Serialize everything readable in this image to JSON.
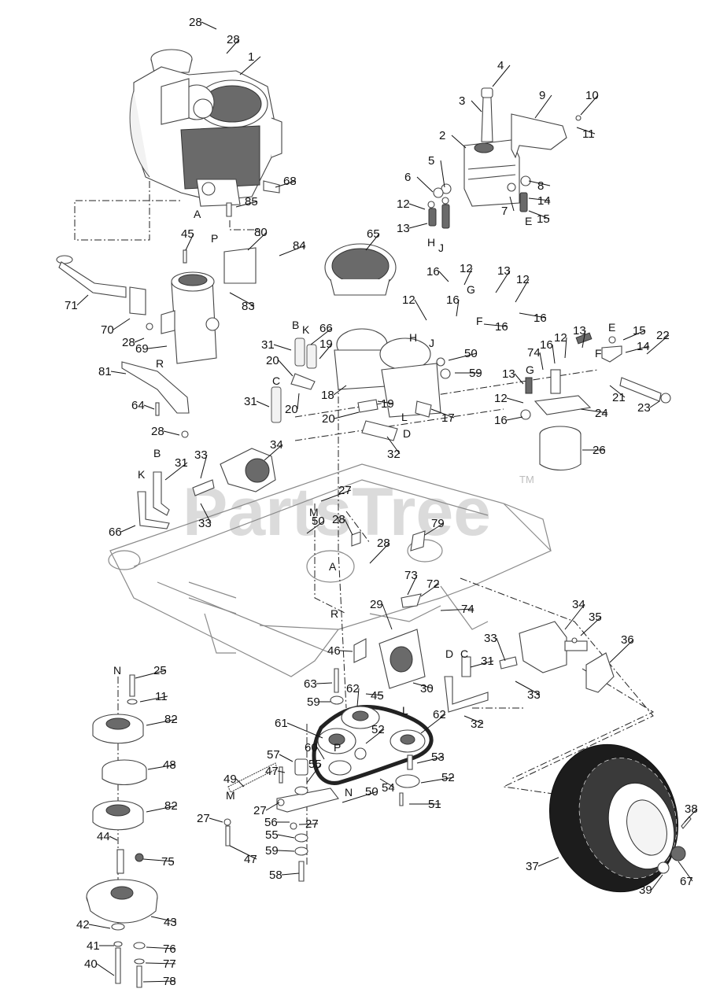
{
  "watermark": {
    "text": "PartsTree",
    "trademark": "TM"
  },
  "callouts": [
    {
      "id": "c28a",
      "label": "28"
    },
    {
      "id": "c28b",
      "label": "28"
    },
    {
      "id": "c1",
      "label": "1"
    },
    {
      "id": "c68",
      "label": "68"
    },
    {
      "id": "c85",
      "label": "85"
    },
    {
      "id": "c4",
      "label": "4"
    },
    {
      "id": "c3",
      "label": "3"
    },
    {
      "id": "c9",
      "label": "9"
    },
    {
      "id": "c10",
      "label": "10"
    },
    {
      "id": "c11a",
      "label": "11"
    },
    {
      "id": "c2",
      "label": "2"
    },
    {
      "id": "c5",
      "label": "5"
    },
    {
      "id": "c6",
      "label": "6"
    },
    {
      "id": "c8",
      "label": "8"
    },
    {
      "id": "c12a",
      "label": "12"
    },
    {
      "id": "c7",
      "label": "7"
    },
    {
      "id": "c14a",
      "label": "14"
    },
    {
      "id": "c13a",
      "label": "13"
    },
    {
      "id": "c15a",
      "label": "15"
    },
    {
      "id": "c45a",
      "label": "45"
    },
    {
      "id": "c80",
      "label": "80"
    },
    {
      "id": "c84",
      "label": "84"
    },
    {
      "id": "c65",
      "label": "65"
    },
    {
      "id": "c71",
      "label": "71"
    },
    {
      "id": "c83",
      "label": "83"
    },
    {
      "id": "c70",
      "label": "70"
    },
    {
      "id": "c28c",
      "label": "28"
    },
    {
      "id": "c69",
      "label": "69"
    },
    {
      "id": "c16a",
      "label": "16"
    },
    {
      "id": "c12b",
      "label": "12"
    },
    {
      "id": "c13b",
      "label": "13"
    },
    {
      "id": "c12c",
      "label": "12"
    },
    {
      "id": "c16b",
      "label": "16"
    },
    {
      "id": "c12d",
      "label": "12"
    },
    {
      "id": "c16c",
      "label": "16"
    },
    {
      "id": "c16d",
      "label": "16"
    },
    {
      "id": "c66a",
      "label": "66"
    },
    {
      "id": "c31a",
      "label": "31"
    },
    {
      "id": "c19a",
      "label": "19"
    },
    {
      "id": "c15b",
      "label": "15"
    },
    {
      "id": "c74a",
      "label": "74"
    },
    {
      "id": "c16e",
      "label": "16"
    },
    {
      "id": "c12e",
      "label": "12"
    },
    {
      "id": "c13c",
      "label": "13"
    },
    {
      "id": "c14b",
      "label": "14"
    },
    {
      "id": "c22",
      "label": "22"
    },
    {
      "id": "c20a",
      "label": "20"
    },
    {
      "id": "c50a",
      "label": "50"
    },
    {
      "id": "c59a",
      "label": "59"
    },
    {
      "id": "c81",
      "label": "81"
    },
    {
      "id": "c13d",
      "label": "13"
    },
    {
      "id": "c21",
      "label": "21"
    },
    {
      "id": "c23",
      "label": "23"
    },
    {
      "id": "c18",
      "label": "18"
    },
    {
      "id": "c64",
      "label": "64"
    },
    {
      "id": "c31b",
      "label": "31"
    },
    {
      "id": "c20b",
      "label": "20"
    },
    {
      "id": "c12f",
      "label": "12"
    },
    {
      "id": "c19b",
      "label": "19"
    },
    {
      "id": "c17",
      "label": "17"
    },
    {
      "id": "c24",
      "label": "24"
    },
    {
      "id": "c20c",
      "label": "20"
    },
    {
      "id": "c16f",
      "label": "16"
    },
    {
      "id": "c28d",
      "label": "28"
    },
    {
      "id": "c32a",
      "label": "32"
    },
    {
      "id": "c26",
      "label": "26"
    },
    {
      "id": "c33a",
      "label": "33"
    },
    {
      "id": "c34a",
      "label": "34"
    },
    {
      "id": "c31c",
      "label": "31"
    },
    {
      "id": "c27a",
      "label": "27"
    },
    {
      "id": "c33b",
      "label": "33"
    },
    {
      "id": "c66b",
      "label": "66"
    },
    {
      "id": "c50b",
      "label": "50"
    },
    {
      "id": "c28e",
      "label": "28"
    },
    {
      "id": "c79",
      "label": "79"
    },
    {
      "id": "c28f",
      "label": "28"
    },
    {
      "id": "c73",
      "label": "73"
    },
    {
      "id": "c72",
      "label": "72"
    },
    {
      "id": "c29",
      "label": "29"
    },
    {
      "id": "c74b",
      "label": "74"
    },
    {
      "id": "c34b",
      "label": "34"
    },
    {
      "id": "c35",
      "label": "35"
    },
    {
      "id": "c36",
      "label": "36"
    },
    {
      "id": "c46",
      "label": "46"
    },
    {
      "id": "c33c",
      "label": "33"
    },
    {
      "id": "c31d",
      "label": "31"
    },
    {
      "id": "c25",
      "label": "25"
    },
    {
      "id": "c63",
      "label": "63"
    },
    {
      "id": "c45b",
      "label": "45"
    },
    {
      "id": "c30",
      "label": "30"
    },
    {
      "id": "c33d",
      "label": "33"
    },
    {
      "id": "c11b",
      "label": "11"
    },
    {
      "id": "c59b",
      "label": "59"
    },
    {
      "id": "c62a",
      "label": "62"
    },
    {
      "id": "c82a",
      "label": "82"
    },
    {
      "id": "c61",
      "label": "61"
    },
    {
      "id": "c62b",
      "label": "62"
    },
    {
      "id": "c32b",
      "label": "32"
    },
    {
      "id": "c60",
      "label": "60"
    },
    {
      "id": "c52a",
      "label": "52"
    },
    {
      "id": "c48",
      "label": "48"
    },
    {
      "id": "c57",
      "label": "57"
    },
    {
      "id": "c55a",
      "label": "55"
    },
    {
      "id": "c53",
      "label": "53"
    },
    {
      "id": "c49",
      "label": "49"
    },
    {
      "id": "c47a",
      "label": "47"
    },
    {
      "id": "c54",
      "label": "54"
    },
    {
      "id": "c52b",
      "label": "52"
    },
    {
      "id": "c38",
      "label": "38"
    },
    {
      "id": "c50c",
      "label": "50"
    },
    {
      "id": "c51",
      "label": "51"
    },
    {
      "id": "c82b",
      "label": "82"
    },
    {
      "id": "c27b",
      "label": "27"
    },
    {
      "id": "c56",
      "label": "56"
    },
    {
      "id": "c27c",
      "label": "27"
    },
    {
      "id": "c27d",
      "label": "27"
    },
    {
      "id": "c55b",
      "label": "55"
    },
    {
      "id": "c44",
      "label": "44"
    },
    {
      "id": "c75",
      "label": "75"
    },
    {
      "id": "c59c",
      "label": "59"
    },
    {
      "id": "c37",
      "label": "37"
    },
    {
      "id": "c47b",
      "label": "47"
    },
    {
      "id": "c67",
      "label": "67"
    },
    {
      "id": "c58",
      "label": "58"
    },
    {
      "id": "c39",
      "label": "39"
    },
    {
      "id": "c43",
      "label": "43"
    },
    {
      "id": "c42",
      "label": "42"
    },
    {
      "id": "c41",
      "label": "41"
    },
    {
      "id": "c76",
      "label": "76"
    },
    {
      "id": "c40",
      "label": "40"
    },
    {
      "id": "c77",
      "label": "77"
    },
    {
      "id": "c78",
      "label": "78"
    }
  ],
  "reference_letters": [
    {
      "id": "lA1",
      "label": "A"
    },
    {
      "id": "lP1",
      "label": "P"
    },
    {
      "id": "lH1",
      "label": "H"
    },
    {
      "id": "lJ1",
      "label": "J"
    },
    {
      "id": "lE1",
      "label": "E"
    },
    {
      "id": "lG1",
      "label": "G"
    },
    {
      "id": "lF1",
      "label": "F"
    },
    {
      "id": "lH2",
      "label": "H"
    },
    {
      "id": "lJ2",
      "label": "J"
    },
    {
      "id": "lB1",
      "label": "B"
    },
    {
      "id": "lK1",
      "label": "K"
    },
    {
      "id": "lE2",
      "label": "E"
    },
    {
      "id": "lF2",
      "label": "F"
    },
    {
      "id": "lG2",
      "label": "G"
    },
    {
      "id": "lR1",
      "label": "R"
    },
    {
      "id": "lC1",
      "label": "C"
    },
    {
      "id": "lL1",
      "label": "L"
    },
    {
      "id": "lD1",
      "label": "D"
    },
    {
      "id": "lB2",
      "label": "B"
    },
    {
      "id": "lK2",
      "label": "K"
    },
    {
      "id": "lM1",
      "label": "M"
    },
    {
      "id": "lA2",
      "label": "A"
    },
    {
      "id": "lR2",
      "label": "R"
    },
    {
      "id": "lC2",
      "label": "C"
    },
    {
      "id": "lD2",
      "label": "D"
    },
    {
      "id": "lN1",
      "label": "N"
    },
    {
      "id": "lL2",
      "label": "L"
    },
    {
      "id": "lP2",
      "label": "P"
    },
    {
      "id": "lN2",
      "label": "N"
    },
    {
      "id": "lM2",
      "label": "M"
    }
  ]
}
